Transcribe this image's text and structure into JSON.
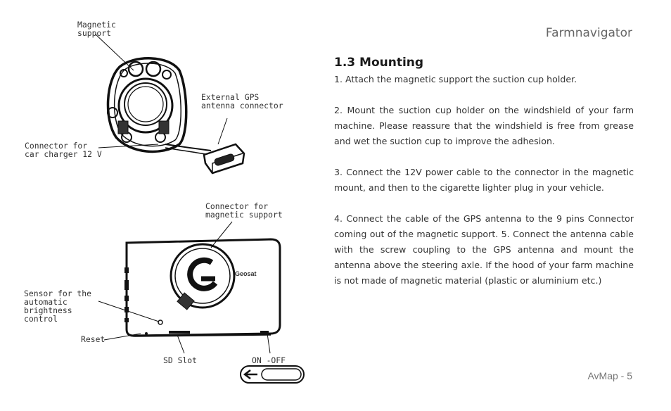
{
  "header": {
    "brand": "Farmnavigator"
  },
  "section": {
    "title": "1.3 Mounting",
    "paragraphs": [
      "1. Attach the magnetic support the suction cup holder.",
      "2. Mount the suction cup holder on the windshield of your farm machine. Please reassure that the windshield is free from grease and wet the suction cup to improve the adhesion.",
      "3. Connect the 12V power cable to the connector in the magnetic mount, and then to the cigarette lighter plug in your vehicle.",
      "4. Connect the cable of the GPS antenna to the 9 pins Connector coming out of the magnetic support. 5. Connect the antenna cable with the screw coupling to the GPS antenna and mount the antenna above the steering axle. If the hood of your farm machine is not made of magnetic material (plastic or aluminium etc.)"
    ]
  },
  "diagram_top": {
    "labels": {
      "magnetic_support": "Magnetic\nsupport",
      "external_gps": "External GPS\nantenna connector",
      "car_charger": "Connector for\ncar charger 12 V"
    }
  },
  "diagram_bottom": {
    "labels": {
      "connector_magnetic": "Connector for\nmagnetic support",
      "sensor": "Sensor for the\nautomatic\nbrightness\ncontrol",
      "reset": "Reset",
      "sd_slot": "SD Slot",
      "on_off": "ON -OFF"
    },
    "device_logo": "Geosat"
  },
  "footer": {
    "page": "AvMap - 5"
  }
}
